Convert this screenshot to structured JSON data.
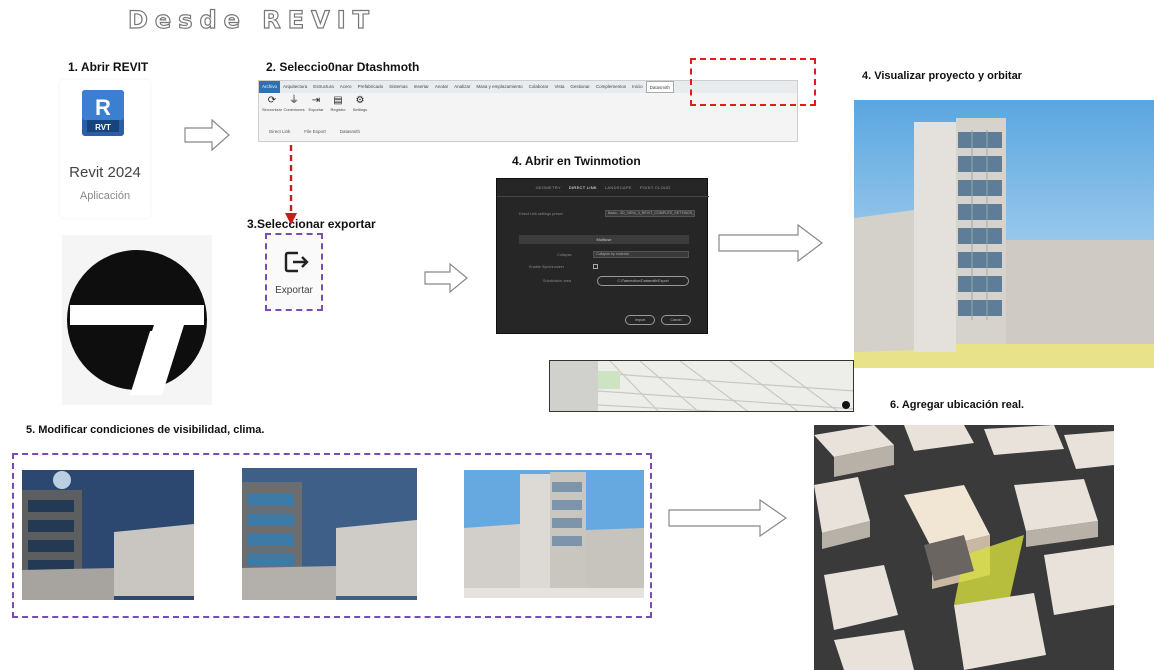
{
  "title": "Desde REVIT",
  "steps": {
    "s1": "1. Abrir REVIT",
    "s2": "2. Seleccio0nar Dtashmoth",
    "s3": "3.Seleccionar exportar",
    "s4a": "4. Abrir en Twinmotion",
    "s4b": "4. Visualizar proyecto y orbitar",
    "s5": "5. Modificar condiciones de visibilidad, clima.",
    "s6": "6. Agregar ubicación real."
  },
  "revit_app": {
    "logo_letter": "R",
    "logo_badge": "RVT",
    "name": "Revit 2024",
    "subtitle": "Aplicación"
  },
  "ribbon": {
    "tabs": [
      "Archivo",
      "Arquitectura",
      "Estructura",
      "Acero",
      "Prefabricado",
      "Sistemas",
      "Insertar",
      "Anotar",
      "Analizar",
      "Masa y emplazamiento",
      "Colaborar",
      "Vista",
      "Gestionar",
      "Complementos",
      "Inicio",
      "Datasmith"
    ],
    "tools": [
      {
        "icon": "⟳",
        "label": "Sincronizar"
      },
      {
        "icon": "⏚",
        "label": "Conexiones"
      },
      {
        "icon": "⇥",
        "label": "Exportar"
      },
      {
        "icon": "▤",
        "label": "Registro"
      },
      {
        "icon": "⚙",
        "label": "Settings"
      }
    ],
    "groups": [
      "Direct Link",
      "File Export",
      "Datasmith"
    ]
  },
  "export_button": {
    "label": "Exportar"
  },
  "twinmotion_dialog": {
    "tabs": [
      "GEOMETRY",
      "DIRECT LINK",
      "LANDSCAPE",
      "POINT CLOUD"
    ],
    "active_tab": "DIRECT LINK",
    "link_label": "Direct Link settings preset",
    "link_value": "Basic - 3D_VIEW_3_REVIT_COMPUTE_SETTINGS_DEF",
    "section": "Multiuse",
    "collapse_label": "Collapse",
    "collapse_value": "Collapse by material",
    "enable_label": "Enable Synchronizer",
    "subdivision_label": "Subdivision area",
    "subdivision_value": "C:\\Twinmotion\\Datasmith\\Export",
    "import_button": "Import",
    "cancel_button": "Cancel"
  },
  "colors": {
    "red_dash": "#e01c1c",
    "purple_dash": "#7a4bb3",
    "revit_blue": "#1f6fc4"
  }
}
